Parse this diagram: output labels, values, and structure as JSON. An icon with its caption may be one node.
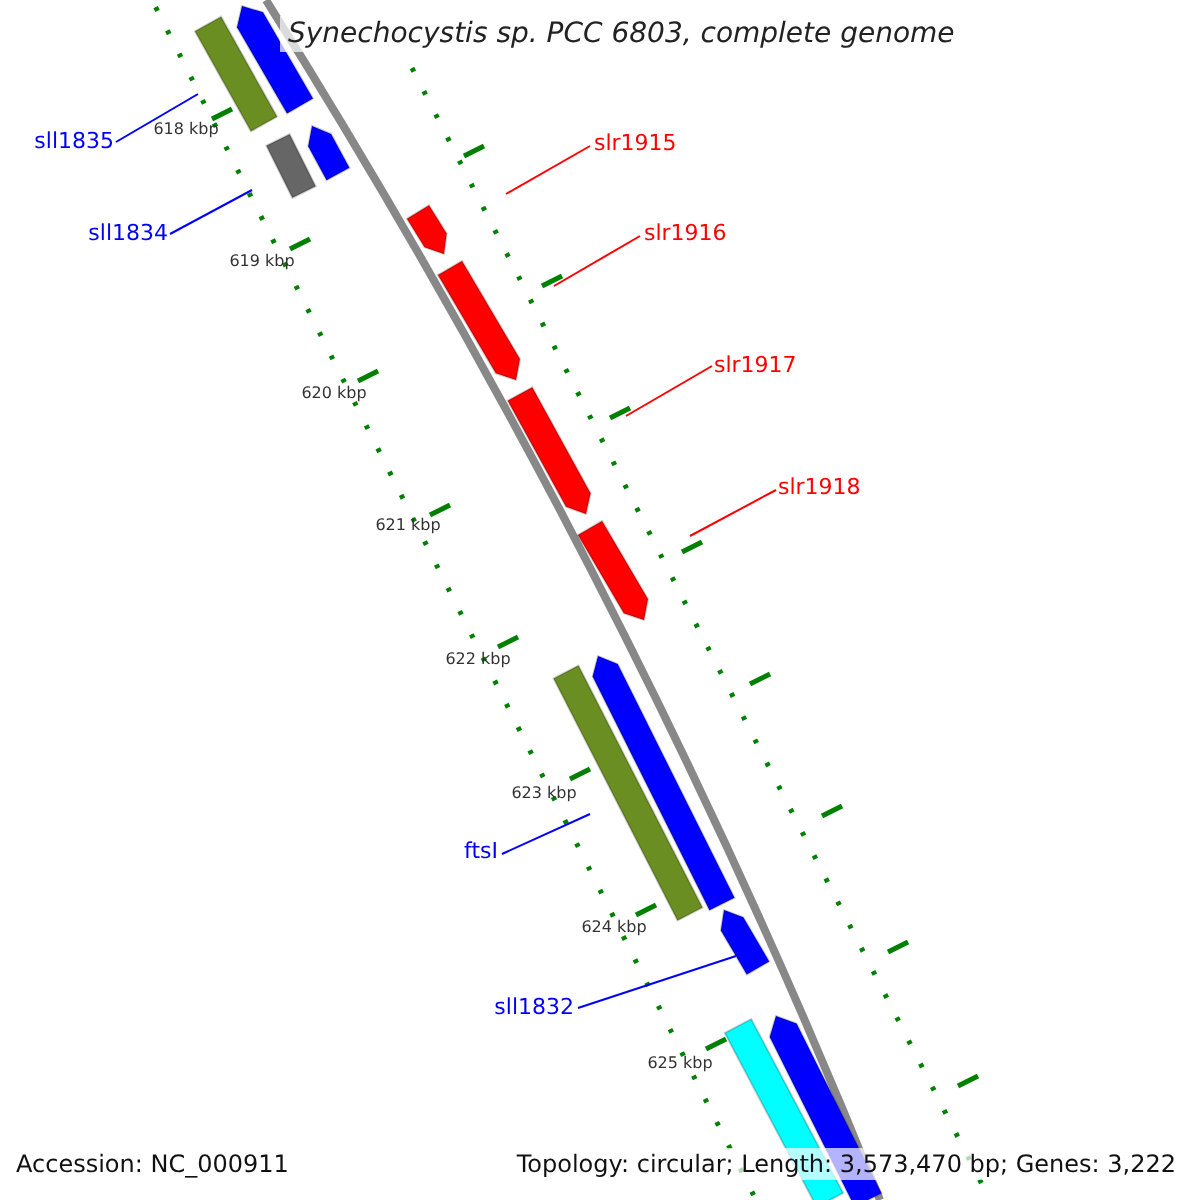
{
  "diagram": {
    "title": "Synechocystis sp. PCC 6803, complete genome",
    "nodes": [
      {
        "text": [
          "sll1835"
        ]
      },
      {
        "text": [
          "sll1834"
        ]
      },
      {
        "text": [
          "slr1915"
        ]
      },
      {
        "text": [
          "slr1916"
        ]
      },
      {
        "text": [
          "slr1917"
        ]
      },
      {
        "text": [
          "slr1918"
        ]
      },
      {
        "text": [
          "ftsI"
        ]
      },
      {
        "text": [
          "sll1832"
        ]
      },
      {
        "text": [],
        "shape": "bar"
      },
      {
        "text": [],
        "shape": "bar"
      },
      {
        "text": [],
        "shape": "bar"
      },
      {
        "text": [],
        "shape": "bar"
      },
      {
        "text": [],
        "shape": "bar"
      },
      {
        "text": [],
        "shape": "bar"
      },
      {
        "text": [],
        "shape": "bar"
      },
      {
        "text": [],
        "shape": "bar"
      },
      {
        "text": [],
        "shape": "bar"
      },
      {
        "text": [],
        "shape": "bar"
      },
      {
        "text": [],
        "shape": "bar"
      },
      {
        "text": [],
        "shape": "bar"
      },
      {
        "text": [],
        "shape": "bar"
      }
    ],
    "edges": [
      {
        "from": 0,
        "to": 9,
        "arrow": "none"
      },
      {
        "from": 1,
        "to": 11,
        "arrow": "none"
      },
      {
        "from": 2,
        "to": 12,
        "arrow": "none",
        "color": "#ff0000"
      },
      {
        "from": 3,
        "to": 13,
        "arrow": "none",
        "color": "#ff0000"
      },
      {
        "from": 4,
        "to": 14,
        "arrow": "none",
        "color": "#ff0000"
      },
      {
        "from": 5,
        "to": 15,
        "arrow": "none",
        "color": "#ff0000"
      },
      {
        "from": 6,
        "to": 17,
        "arrow": "none"
      },
      {
        "from": 7,
        "to": 18,
        "arrow": "none"
      }
    ],
    "labels": [
      "618 kbp",
      "619 kbp",
      "620 kbp",
      "621 kbp",
      "622 kbp",
      "623 kbp",
      "624 kbp",
      "625 kbp",
      "Accession: NC_000911",
      "Topology: circular; Length: 3,573,470 bp; Genes: 3,222"
    ]
  }
}
